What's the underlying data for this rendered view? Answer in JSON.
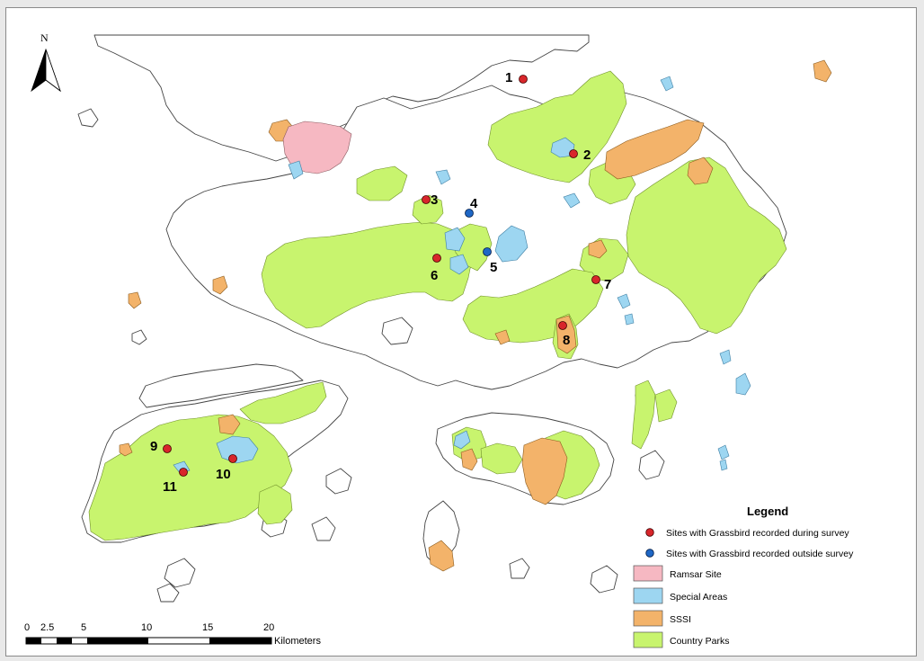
{
  "north_arrow": {
    "label": "N"
  },
  "sites": [
    {
      "id": "1",
      "label": "1",
      "kind": "during"
    },
    {
      "id": "2",
      "label": "2",
      "kind": "during"
    },
    {
      "id": "3",
      "label": "3",
      "kind": "during"
    },
    {
      "id": "4",
      "label": "4",
      "kind": "outside"
    },
    {
      "id": "5",
      "label": "5",
      "kind": "outside"
    },
    {
      "id": "6",
      "label": "6",
      "kind": "during"
    },
    {
      "id": "7",
      "label": "7",
      "kind": "during"
    },
    {
      "id": "8",
      "label": "8",
      "kind": "during"
    },
    {
      "id": "9",
      "label": "9",
      "kind": "during"
    },
    {
      "id": "10",
      "label": "10",
      "kind": "during"
    },
    {
      "id": "11",
      "label": "11",
      "kind": "during"
    }
  ],
  "legend": {
    "title": "Legend",
    "during_survey": "Sites with Grassbird recorded during survey",
    "outside_survey": "Sites with Grassbird recorded outside survey",
    "ramsar": "Ramsar Site",
    "special_areas": "Special Areas",
    "sssi": "SSSI",
    "country_parks": "Country Parks"
  },
  "scale_bar": {
    "ticks": [
      "0",
      "2.5",
      "5",
      "10",
      "15",
      "20"
    ],
    "unit": "Kilometers"
  },
  "colors": {
    "country_parks": "#c8f46e",
    "sssi": "#f3b36a",
    "ramsar": "#f6b8c2",
    "special_areas": "#9dd6f1",
    "site_during": "#d8262b",
    "site_outside": "#1f67c5"
  }
}
